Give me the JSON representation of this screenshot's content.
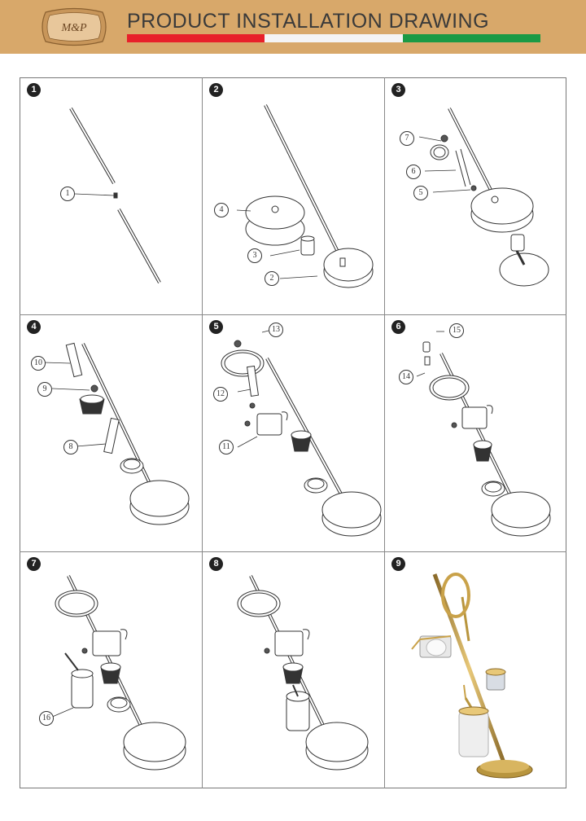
{
  "header": {
    "title": "PRODUCT INSTALLATION DRAWING",
    "logo_text": "M&P",
    "colors": {
      "background": "#d8a86a",
      "red": "#e8202a",
      "white": "#f4f4f4",
      "green": "#1a9a45"
    }
  },
  "steps": [
    {
      "number": "1",
      "callouts": [
        "1"
      ]
    },
    {
      "number": "2",
      "callouts": [
        "4",
        "3",
        "2"
      ]
    },
    {
      "number": "3",
      "callouts": [
        "7",
        "6",
        "5"
      ]
    },
    {
      "number": "4",
      "callouts": [
        "10",
        "9",
        "8"
      ]
    },
    {
      "number": "5",
      "callouts": [
        "13",
        "12",
        "11"
      ]
    },
    {
      "number": "6",
      "callouts": [
        "15",
        "14"
      ]
    },
    {
      "number": "7",
      "callouts": [
        "16"
      ]
    },
    {
      "number": "8",
      "callouts": []
    },
    {
      "number": "9",
      "callouts": []
    }
  ]
}
